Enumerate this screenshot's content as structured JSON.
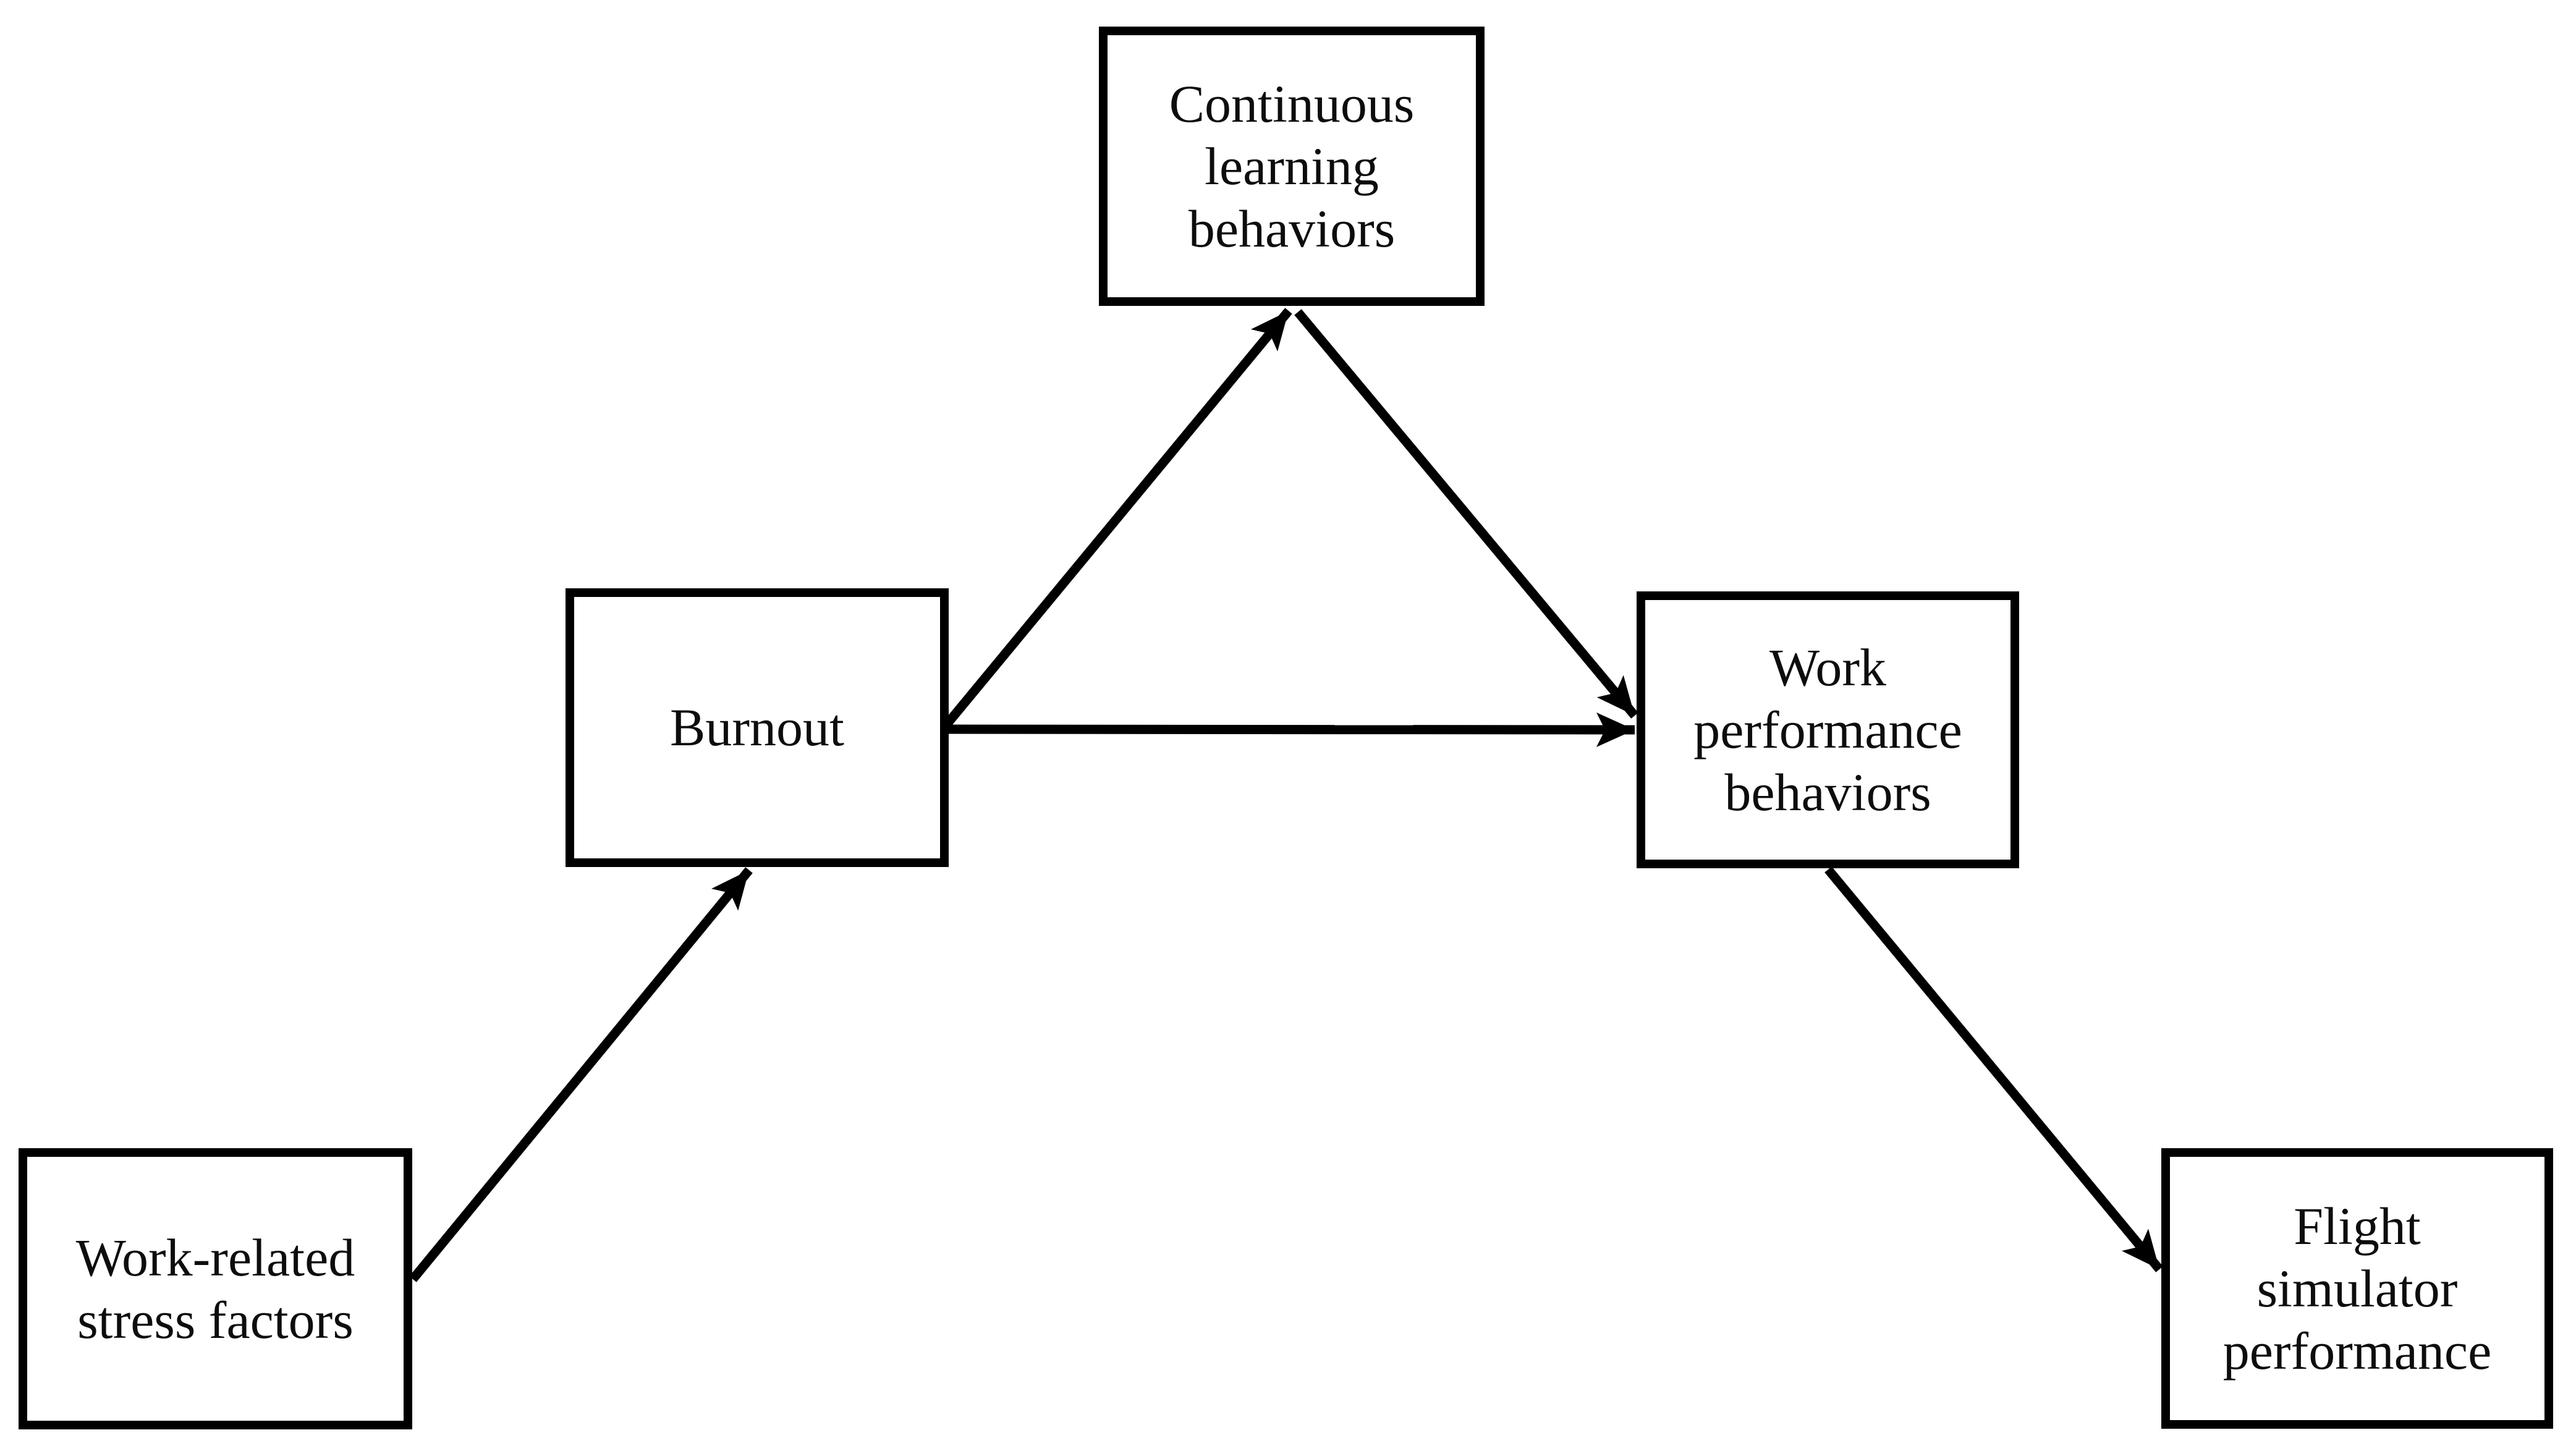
{
  "figure": {
    "type": "path-diagram",
    "background_color": "#ffffff",
    "line_color": "#000000",
    "text_color": "#0d0d0d",
    "nodes": [
      {
        "id": "work-related-stress-factors",
        "label": "Work-related stress factors",
        "lines": [
          "Work-related",
          "stress factors"
        ]
      },
      {
        "id": "burnout",
        "label": "Burnout",
        "lines": [
          "Burnout"
        ]
      },
      {
        "id": "continuous-learning-behaviors",
        "label": "Continuous learning behaviors",
        "lines": [
          "Continuous",
          "learning",
          "behaviors"
        ]
      },
      {
        "id": "work-performance-behaviors",
        "label": "Work performance behaviors",
        "lines": [
          "Work",
          "performance",
          "behaviors"
        ]
      },
      {
        "id": "flight-simulator-performance",
        "label": "Flight simulator performance",
        "lines": [
          "Flight",
          "simulator",
          "performance"
        ]
      }
    ],
    "edges": [
      {
        "from": "work-related-stress-factors",
        "to": "burnout"
      },
      {
        "from": "burnout",
        "to": "continuous-learning-behaviors"
      },
      {
        "from": "burnout",
        "to": "work-performance-behaviors"
      },
      {
        "from": "continuous-learning-behaviors",
        "to": "work-performance-behaviors"
      },
      {
        "from": "work-performance-behaviors",
        "to": "flight-simulator-performance"
      }
    ]
  }
}
